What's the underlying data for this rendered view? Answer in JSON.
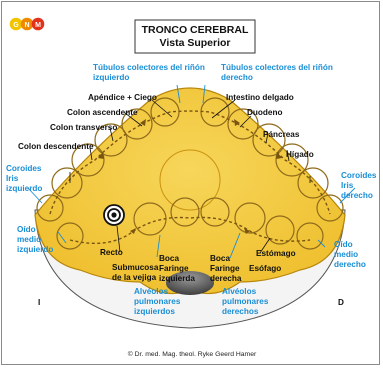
{
  "logo": {
    "letters": [
      "G",
      "N",
      "M"
    ],
    "colors": [
      "#f2c400",
      "#ef8a00",
      "#e2321c"
    ]
  },
  "title": {
    "line1": "TRONCO CEREBRAL",
    "line2": "Vista Superior"
  },
  "labels": {
    "tubulos_izq_1": "Túbulos colectores del riñón",
    "tubulos_izq_2": "izquierdo",
    "tubulos_der_1": "Túbulos colectores del riñón",
    "tubulos_der_2": "derecho",
    "apendice": "Apéndice + Ciego",
    "intestino": "Intestino delgado",
    "colon_asc": "Colon ascendente",
    "duodeno": "Duodeno",
    "colon_trans": "Colon transverso",
    "pancreas": "Páncreas",
    "colon_desc": "Colon descendente",
    "higado": "Hígado",
    "coroides_izq_1": "Coroides",
    "coroides_izq_2": "Iris",
    "coroides_izq_3": "izquierdo",
    "coroides_der_1": "Coroides",
    "coroides_der_2": "Iris",
    "coroides_der_3": "derecho",
    "oido_izq_1": "Oído",
    "oido_izq_2": "medio",
    "oido_izq_3": "izquierdo",
    "oido_der_1": "Oído",
    "oido_der_2": "medio",
    "oido_der_3": "derecho",
    "recto": "Recto",
    "estomago": "Estómago",
    "submucosa_1": "Submucosa",
    "submucosa_2": "de la vejiga",
    "boca_izq_1": "Boca",
    "boca_izq_2": "Faringe",
    "boca_izq_3": "izquierda",
    "boca_der_1": "Boca",
    "boca_der_2": "Faringe",
    "boca_der_3": "derecha",
    "esofago": "Esófago",
    "alv_izq_1": "Alvéolos",
    "alv_izq_2": "pulmonares",
    "alv_izq_3": "izquierdos",
    "alv_der_1": "Alvéolos",
    "alv_der_2": "pulmonares",
    "alv_der_3": "derechos",
    "side_left": "I",
    "side_right": "D"
  },
  "footer": "© Dr. med. Mag. theol. Ryke Geerd Hamer",
  "colors": {
    "lobe": "#f2c73a",
    "lobe_edge": "#c9920f",
    "label_blue": "#1a8fd6",
    "base": "#4a4a4a"
  }
}
